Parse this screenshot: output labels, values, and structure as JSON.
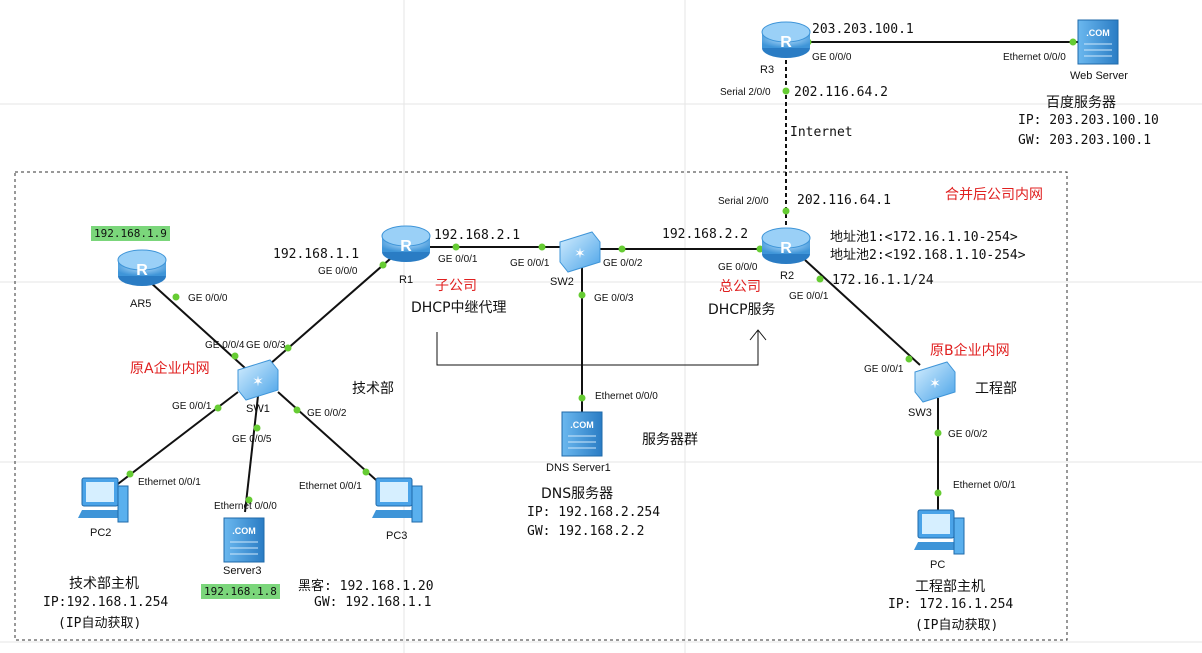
{
  "nodes": {
    "r3": {
      "label": "R3"
    },
    "r1": {
      "label": "R1"
    },
    "r2": {
      "label": "R2"
    },
    "ar5": {
      "label": "AR5"
    },
    "sw1": {
      "label": "SW1"
    },
    "sw2": {
      "label": "SW2"
    },
    "sw3": {
      "label": "SW3"
    },
    "pc2": {
      "label": "PC2"
    },
    "pc3": {
      "label": "PC3"
    },
    "pc": {
      "label": "PC"
    },
    "server3": {
      "label": "Server3"
    },
    "dns": {
      "label": "DNS Server1"
    },
    "web": {
      "label": "Web Server"
    }
  },
  "ports": {
    "r3_ge000": "GE 0/0/0",
    "web_eth000": "Ethernet 0/0/0",
    "r3_serial": "Serial 2/0/0",
    "r2_serial": "Serial 2/0/0",
    "r1_ge000": "GE 0/0/0",
    "r1_ge001": "GE 0/0/1",
    "sw2_ge001": "GE 0/0/1",
    "sw2_ge002": "GE 0/0/2",
    "sw2_ge003": "GE 0/0/3",
    "r2_ge000": "GE 0/0/0",
    "r2_ge001": "GE 0/0/1",
    "ar5_ge000": "GE 0/0/0",
    "sw1_ge004": "GE 0/0/4",
    "sw1_ge003": "GE 0/0/3",
    "sw1_ge001": "GE 0/0/1",
    "sw1_ge005": "GE 0/0/5",
    "sw1_ge002": "GE 0/0/2",
    "pc2_eth": "Ethernet 0/0/1",
    "server3_eth": "Ethernet 0/0/0",
    "pc3_eth": "Ethernet 0/0/1",
    "dns_eth": "Ethernet 0/0/0",
    "sw3_ge001": "GE 0/0/1",
    "sw3_ge002": "GE 0/0/2",
    "pc_eth": "Ethernet 0/0/1"
  },
  "ips": {
    "r3_wan": "203.203.100.1",
    "r3_serial_ip": "202.116.64.2",
    "internet": "Internet",
    "r2_serial_ip": "202.116.64.1",
    "r1_lan": "192.168.1.1",
    "r1_uplink": "192.168.2.1",
    "r2_lan": "192.168.2.2",
    "r2_eng": "172.16.1.1/24",
    "ar5_tag": "192.168.1.9",
    "server3_tag": "192.168.1.8"
  },
  "annotations": {
    "baidu_title": "百度服务器",
    "baidu_ip": "IP: 203.203.100.10",
    "baidu_gw": "GW: 203.203.100.1",
    "merged_net": "合并后公司内网",
    "pool1": "地址池1:<172.16.1.10-254>",
    "pool2": "地址池2:<192.168.1.10-254>",
    "sub_company": "子公司",
    "dhcp_relay": "DHCP中继代理",
    "head_office": "总公司",
    "dhcp_service": "DHCP服务",
    "orig_a": "原A企业内网",
    "orig_b": "原B企业内网",
    "tech_dept": "技术部",
    "eng_dept": "工程部",
    "server_group": "服务器群",
    "dns_title": "DNS服务器",
    "dns_ip": "IP: 192.168.2.254",
    "dns_gw": "GW: 192.168.2.2",
    "hacker_ip": "黑客: 192.168.1.20",
    "hacker_gw": "GW: 192.168.1.1",
    "tech_host_title": "技术部主机",
    "tech_host_ip": "IP:192.168.1.254",
    "tech_host_note": "(IP自动获取)",
    "eng_host_title": "工程部主机",
    "eng_host_ip": "IP: 172.16.1.254",
    "eng_host_note": "(IP自动获取)"
  },
  "colors": {
    "router": "#4aa3e8",
    "switch": "#5ab0ee",
    "link": "#111111",
    "port_dot": "#66cc33",
    "accent_red": "#e02020",
    "tag_green": "#7bd67b"
  }
}
